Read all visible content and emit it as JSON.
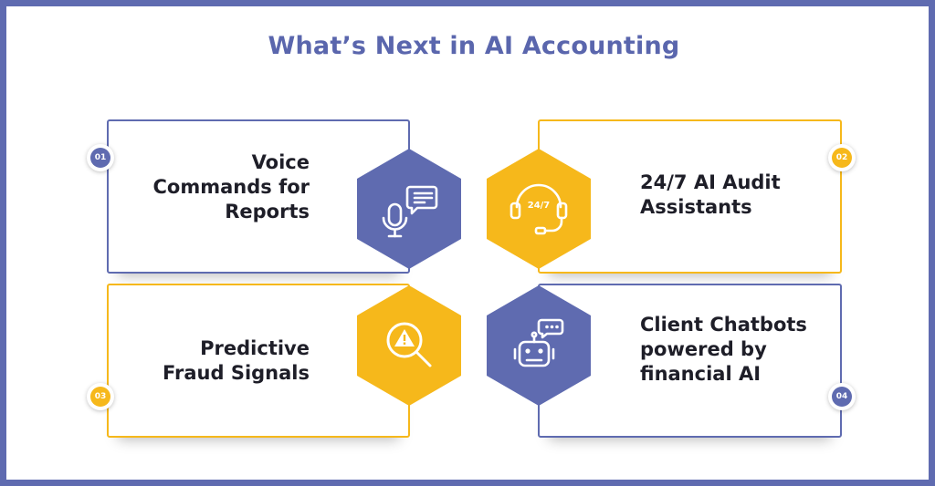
{
  "title": "What’s Next in AI Accounting",
  "colors": {
    "primary": "#5f6bb0",
    "accent": "#f6b81b",
    "text": "#1e1e28"
  },
  "items": [
    {
      "number": "01",
      "lines": [
        "Voice",
        "Commands for",
        "Reports"
      ],
      "color": "primary",
      "icon": "microphone-message-icon"
    },
    {
      "number": "02",
      "lines": [
        "24/7 AI Audit",
        "Assistants"
      ],
      "color": "accent",
      "icon": "headset-24-7-icon",
      "icon_text": "24/7"
    },
    {
      "number": "03",
      "lines": [
        "Predictive",
        "Fraud Signals"
      ],
      "color": "accent",
      "icon": "magnifier-warning-icon"
    },
    {
      "number": "04",
      "lines": [
        "Client Chatbots",
        "powered by",
        "financial AI"
      ],
      "color": "primary",
      "icon": "chatbot-robot-icon"
    }
  ]
}
